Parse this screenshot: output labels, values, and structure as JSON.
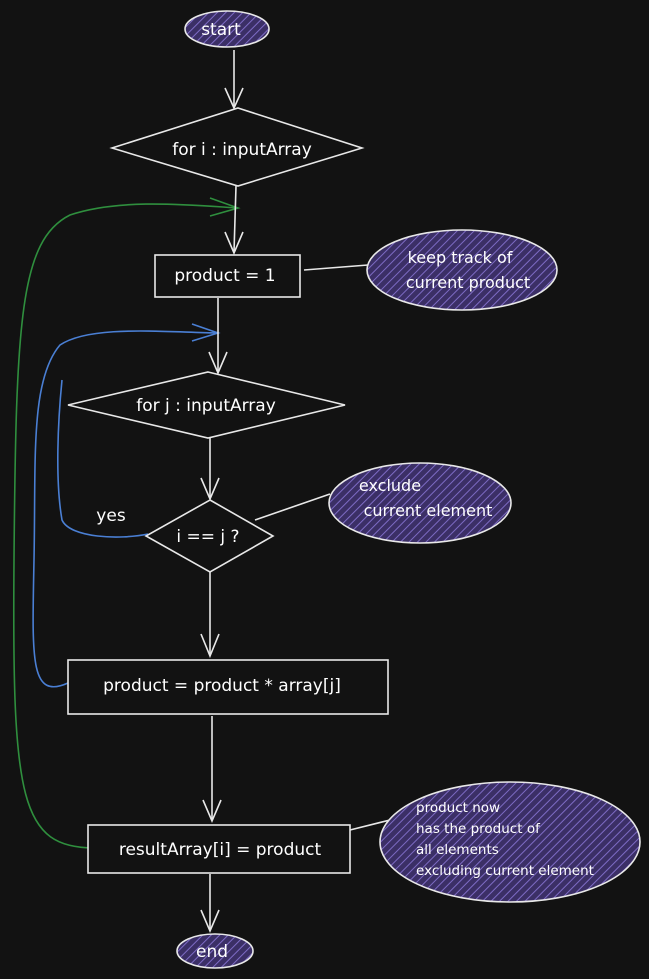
{
  "colors": {
    "background": "#121212",
    "line": "#e8e8e8",
    "terminal_fill": "#3b2f66",
    "hatch": "#7d6bc4",
    "green_loop": "#2f8f3e",
    "blue_loop": "#4a7fd4"
  },
  "nodes": {
    "start": "start",
    "outer_loop": "for i : inputArray",
    "init": "product = 1",
    "inner_loop": "for j : inputArray",
    "check": "i == j ?",
    "multiply": "product = product * array[j]",
    "store": "resultArray[i] = product",
    "end": "end"
  },
  "edge_labels": {
    "yes": "yes"
  },
  "notes": {
    "track": [
      "keep track of",
      "current product"
    ],
    "exclude": [
      "exclude",
      "current element"
    ],
    "result": [
      "product now",
      "has the product of",
      "all elements",
      "excluding current element"
    ]
  }
}
